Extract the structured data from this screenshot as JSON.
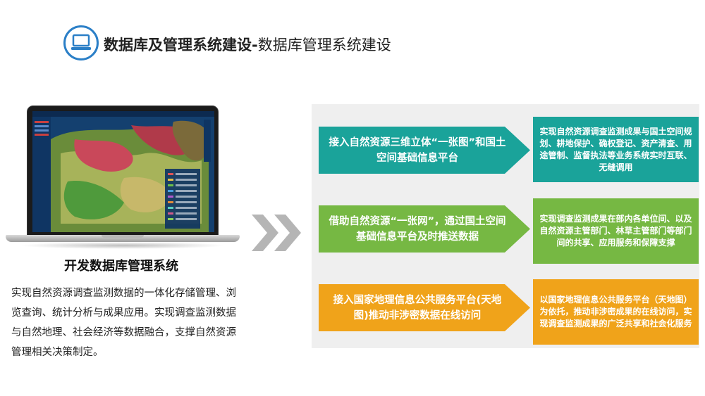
{
  "header": {
    "title_bold": "数据库及管理系统建设-",
    "title_normal": "数据库管理系统建设",
    "icon": "laptop-icon"
  },
  "left": {
    "subtitle": "开发数据库管理系统",
    "description": "实现自然资源调查监测数据的一体化存储管理、浏览查询、统计分析与成果应用。实现调查监测数据与自然地理、社会经济等数据融合，支撑自然资源管理相关决策制定。"
  },
  "rows": [
    {
      "left": "接入自然资源三维立体“一张图”和国土空间基础信息平台",
      "right": "实现自然资源调查监测成果与国土空间规划、耕地保护、确权登记、资产清查、用途管制、监督执法等业务系统实时互联、无缝调用",
      "color": "#1aa39a"
    },
    {
      "left": "借助自然资源“一张网”，通过国土空间基础信息平台及时推送数据",
      "right": "实现调查监测成果在部内各单位间、以及自然资源主管部门、林草主管部门等部门间的共享、应用服务和保障支撑",
      "color": "#76b843"
    },
    {
      "left": "接入国家地理信息公共服务平台(天地图)推动非涉密数据在线访问",
      "right": "以国家地理信息公共服务平台（天地图）为依托，推动非涉密成果的在线访问，实现调查监测成果的广泛共享和社会化服务",
      "color": "#f0a31a"
    }
  ]
}
